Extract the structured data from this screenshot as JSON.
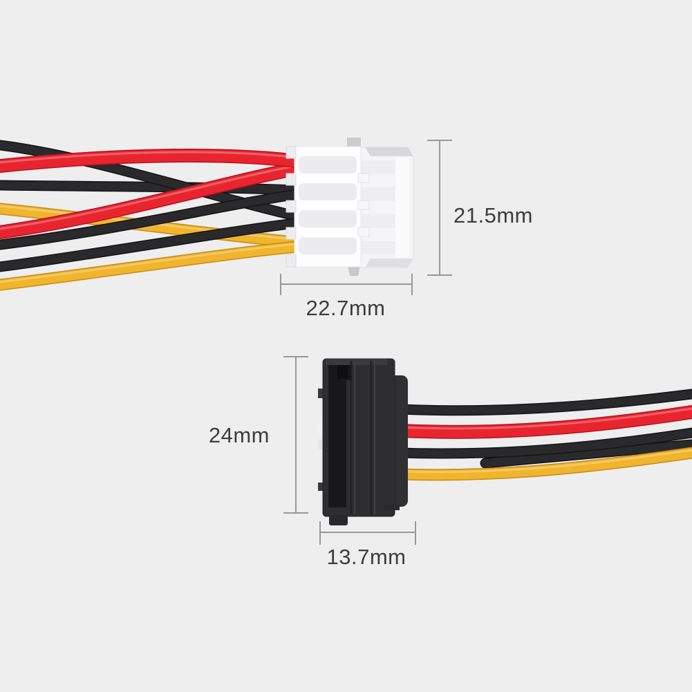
{
  "figure": {
    "type": "product-photo-with-dimension-annotations",
    "top_object": "white 4-pin FDD floppy power connector with red, black and yellow wires",
    "bottom_object": "black 15-pin SATA power connector with black, red and yellow wires"
  },
  "dimensions": {
    "top_connector": {
      "height": "21.5mm",
      "width": "22.7mm"
    },
    "bottom_connector": {
      "height": "24mm",
      "width": "13.7mm"
    }
  },
  "colors": {
    "bg": "#eeeeef",
    "wire_red": "#e8252f",
    "wire_red_dark": "#b5121f",
    "wire_black": "#2a2a2d",
    "wire_black_dark": "#141416",
    "wire_yellow": "#f0b52c",
    "wire_yellow_dark": "#c68a14",
    "fdd_body": "#fdfdfe",
    "fdd_shade": "#d8d8da",
    "sata_body": "#2e2e30",
    "sata_slot": "#18181a",
    "dim_line": "#98989b",
    "label_text": "#3d3d3f"
  }
}
